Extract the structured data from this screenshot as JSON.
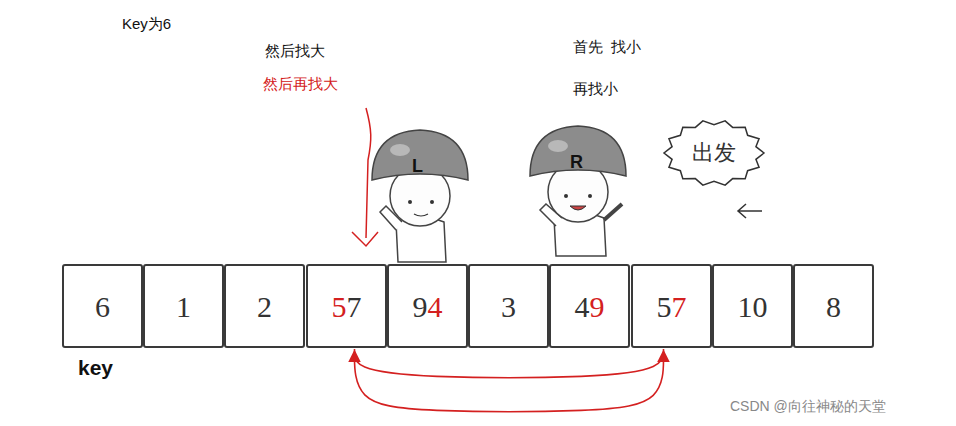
{
  "diagram": {
    "nodes": [
      {
        "text": [
          "6"
        ]
      },
      {
        "text": [
          "1"
        ]
      },
      {
        "text": [
          "2"
        ]
      },
      {
        "text": [
          "5",
          "7"
        ]
      },
      {
        "text": [
          "9",
          "4"
        ]
      },
      {
        "text": [
          "3"
        ]
      },
      {
        "text": [
          "4",
          "9"
        ]
      },
      {
        "text": [
          "5",
          "7"
        ]
      },
      {
        "text": [
          "10"
        ]
      },
      {
        "text": [
          "8"
        ]
      },
      {
        "text": [
          "出发"
        ]
      }
    ],
    "edges": [
      {
        "from": 7,
        "to": 3,
        "arrow": "to"
      },
      {
        "from": 3,
        "to": 7,
        "arrow": "to"
      }
    ],
    "labels": [
      "Key为6",
      "然后找大",
      "然后再找大",
      "首先  找小",
      "再找小",
      "L",
      "R",
      "key",
      "CSDN @向往神秘的天堂"
    ]
  }
}
